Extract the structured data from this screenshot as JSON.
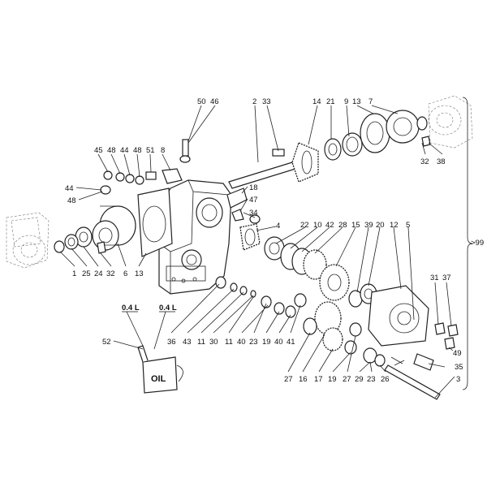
{
  "title": "",
  "assembly_callout": ">99",
  "oil_can_text": "OIL",
  "oil_quantities": [
    "0.4 L",
    "0.4 L"
  ],
  "labels": {
    "l50": "50",
    "l46": "46",
    "l2": "2",
    "l33": "33",
    "l14": "14",
    "l21": "21",
    "l9": "9",
    "l13a": "13",
    "l7": "7",
    "l45": "45",
    "l48a": "48",
    "l44a": "44",
    "l48b": "48",
    "l51": "51",
    "l8": "8",
    "l44b": "44",
    "l48c": "48",
    "l18": "18",
    "l47": "47",
    "l34": "34",
    "l4": "4",
    "l22": "22",
    "l10": "10",
    "l42": "42",
    "l28": "28",
    "l15": "15",
    "l39": "39",
    "l20": "20",
    "l12": "12",
    "l5": "5",
    "l32a": "32",
    "l38": "38",
    "l1": "1",
    "l25": "25",
    "l24": "24",
    "l32b": "32",
    "l6": "6",
    "l13b": "13",
    "l31": "31",
    "l37": "37",
    "l49": "49",
    "l35": "35",
    "l3": "3",
    "l52": "52",
    "l36": "36",
    "l43": "43",
    "l11a": "11",
    "l30": "30",
    "l11b": "11",
    "l40a": "40",
    "l23a": "23",
    "l19a": "19",
    "l40b": "40",
    "l41": "41",
    "l27a": "27",
    "l16": "16",
    "l17": "17",
    "l19b": "19",
    "l27b": "27",
    "l29": "29",
    "l23b": "23",
    "l26": "26"
  }
}
